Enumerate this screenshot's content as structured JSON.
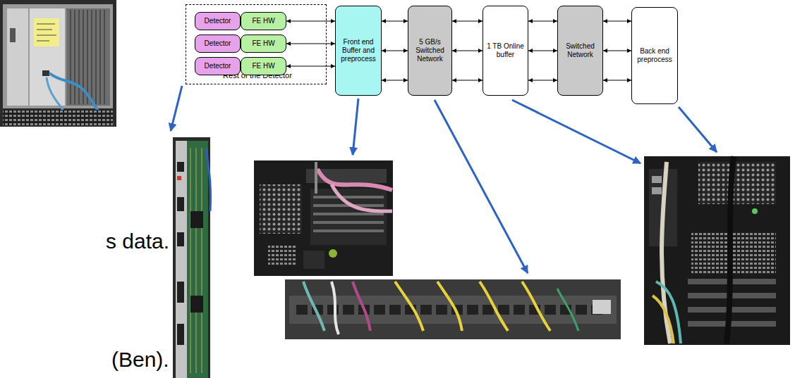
{
  "diagram": {
    "nodes": [
      {
        "text": [
          "Rest of the Detector"
        ]
      },
      {
        "text": [
          "Detector"
        ],
        "in": 0
      },
      {
        "text": [
          "FE HW"
        ],
        "in": 0
      },
      {
        "text": [
          "Detector"
        ],
        "in": 0
      },
      {
        "text": [
          "FE HW"
        ],
        "in": 0
      },
      {
        "text": [
          "Detector"
        ],
        "in": 0
      },
      {
        "text": [
          "FE HW"
        ],
        "in": 0
      },
      {
        "text": [
          "Front end Buffer and preprocess"
        ]
      },
      {
        "text": [
          "5 GB/s Switched Network"
        ]
      },
      {
        "text": [
          "1 TB Online buffer"
        ]
      },
      {
        "text": [
          "Switched Network"
        ]
      },
      {
        "text": [
          "Back end preprocess"
        ]
      }
    ],
    "edges": [
      {
        "from": 2,
        "to": 7,
        "arrow": "both"
      },
      {
        "from": 4,
        "to": 7,
        "arrow": "both"
      },
      {
        "from": 6,
        "to": 7,
        "arrow": "both"
      },
      {
        "from": 7,
        "to": 8,
        "arrow": "both"
      },
      {
        "from": 7,
        "to": 8,
        "arrow": "both"
      },
      {
        "from": 7,
        "to": 8,
        "arrow": "both"
      },
      {
        "from": 8,
        "to": 9,
        "arrow": "both"
      },
      {
        "from": 8,
        "to": 9,
        "arrow": "both"
      },
      {
        "from": 8,
        "to": 9,
        "arrow": "both"
      },
      {
        "from": 9,
        "to": 10,
        "arrow": "both"
      },
      {
        "from": 9,
        "to": 10,
        "arrow": "both"
      },
      {
        "from": 9,
        "to": 10,
        "arrow": "both"
      },
      {
        "from": 10,
        "to": 11,
        "arrow": "both"
      },
      {
        "from": 10,
        "to": 11,
        "arrow": "both"
      },
      {
        "from": 10,
        "to": 11,
        "arrow": "both"
      }
    ],
    "labels": [
      "s data.",
      "(Ben)."
    ]
  }
}
